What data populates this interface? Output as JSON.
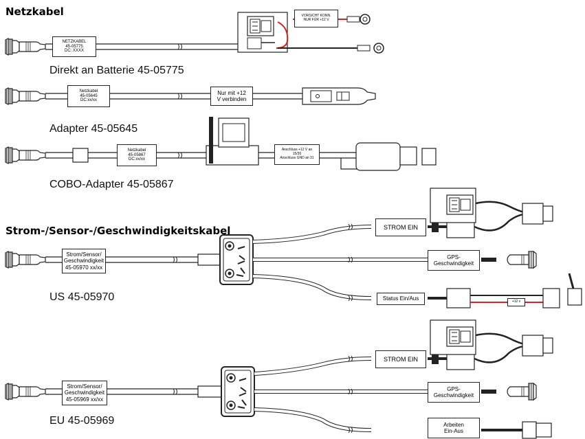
{
  "sections": {
    "power_title": "Netzkabel",
    "sensor_title": "Strom-/Sensor-/Geschwindigkeitskabel"
  },
  "captions": {
    "battery": "Direkt an Batterie 45-05775",
    "adapter": "Adapter 45-05645",
    "cobo": "COBO-Adapter 45-05867",
    "us": "US 45-05970",
    "eu": "EU 45-05969"
  },
  "labels": {
    "netzkabel_05775": "NETZKABEL\n45-05775\nDC: XXXX",
    "vorsicht": "VORSICHT KONN.\nNUR FÜR +12 V",
    "netzkabel_05645": "Netzkabel\n45-05645\nDC:xx/xx",
    "nur_12v": "Nur mit +12\nV verbinden",
    "netzkabel_05867": "Netzkabel\n45-05867\nDC:xx/xx",
    "anschluss": "Anschluss +12 V an\n15/30\nAnschluss GND an 31",
    "sensor_05970": "Strom/Sensor/\nGeschwindigkeit\n45-05970 xx/xx",
    "strom_ein_us": "STROM EIN",
    "gps_us": "GPS-\nGeschwindigkeit",
    "status": "Status Ein/Aus",
    "plus12v": "+12 v",
    "sensor_05969": "Strom/Sensor/\nGeschwindigkeit\n45-05969 xx/xx",
    "strom_ein_eu": "STROM EIN",
    "gps_eu": "GPS-\nGeschwindigkeit",
    "arbeiten": "Arbeiten\nEin-Aus"
  },
  "colors": {
    "wire": "#222222",
    "red_wire": "#e02020",
    "fill": "#ffffff"
  }
}
